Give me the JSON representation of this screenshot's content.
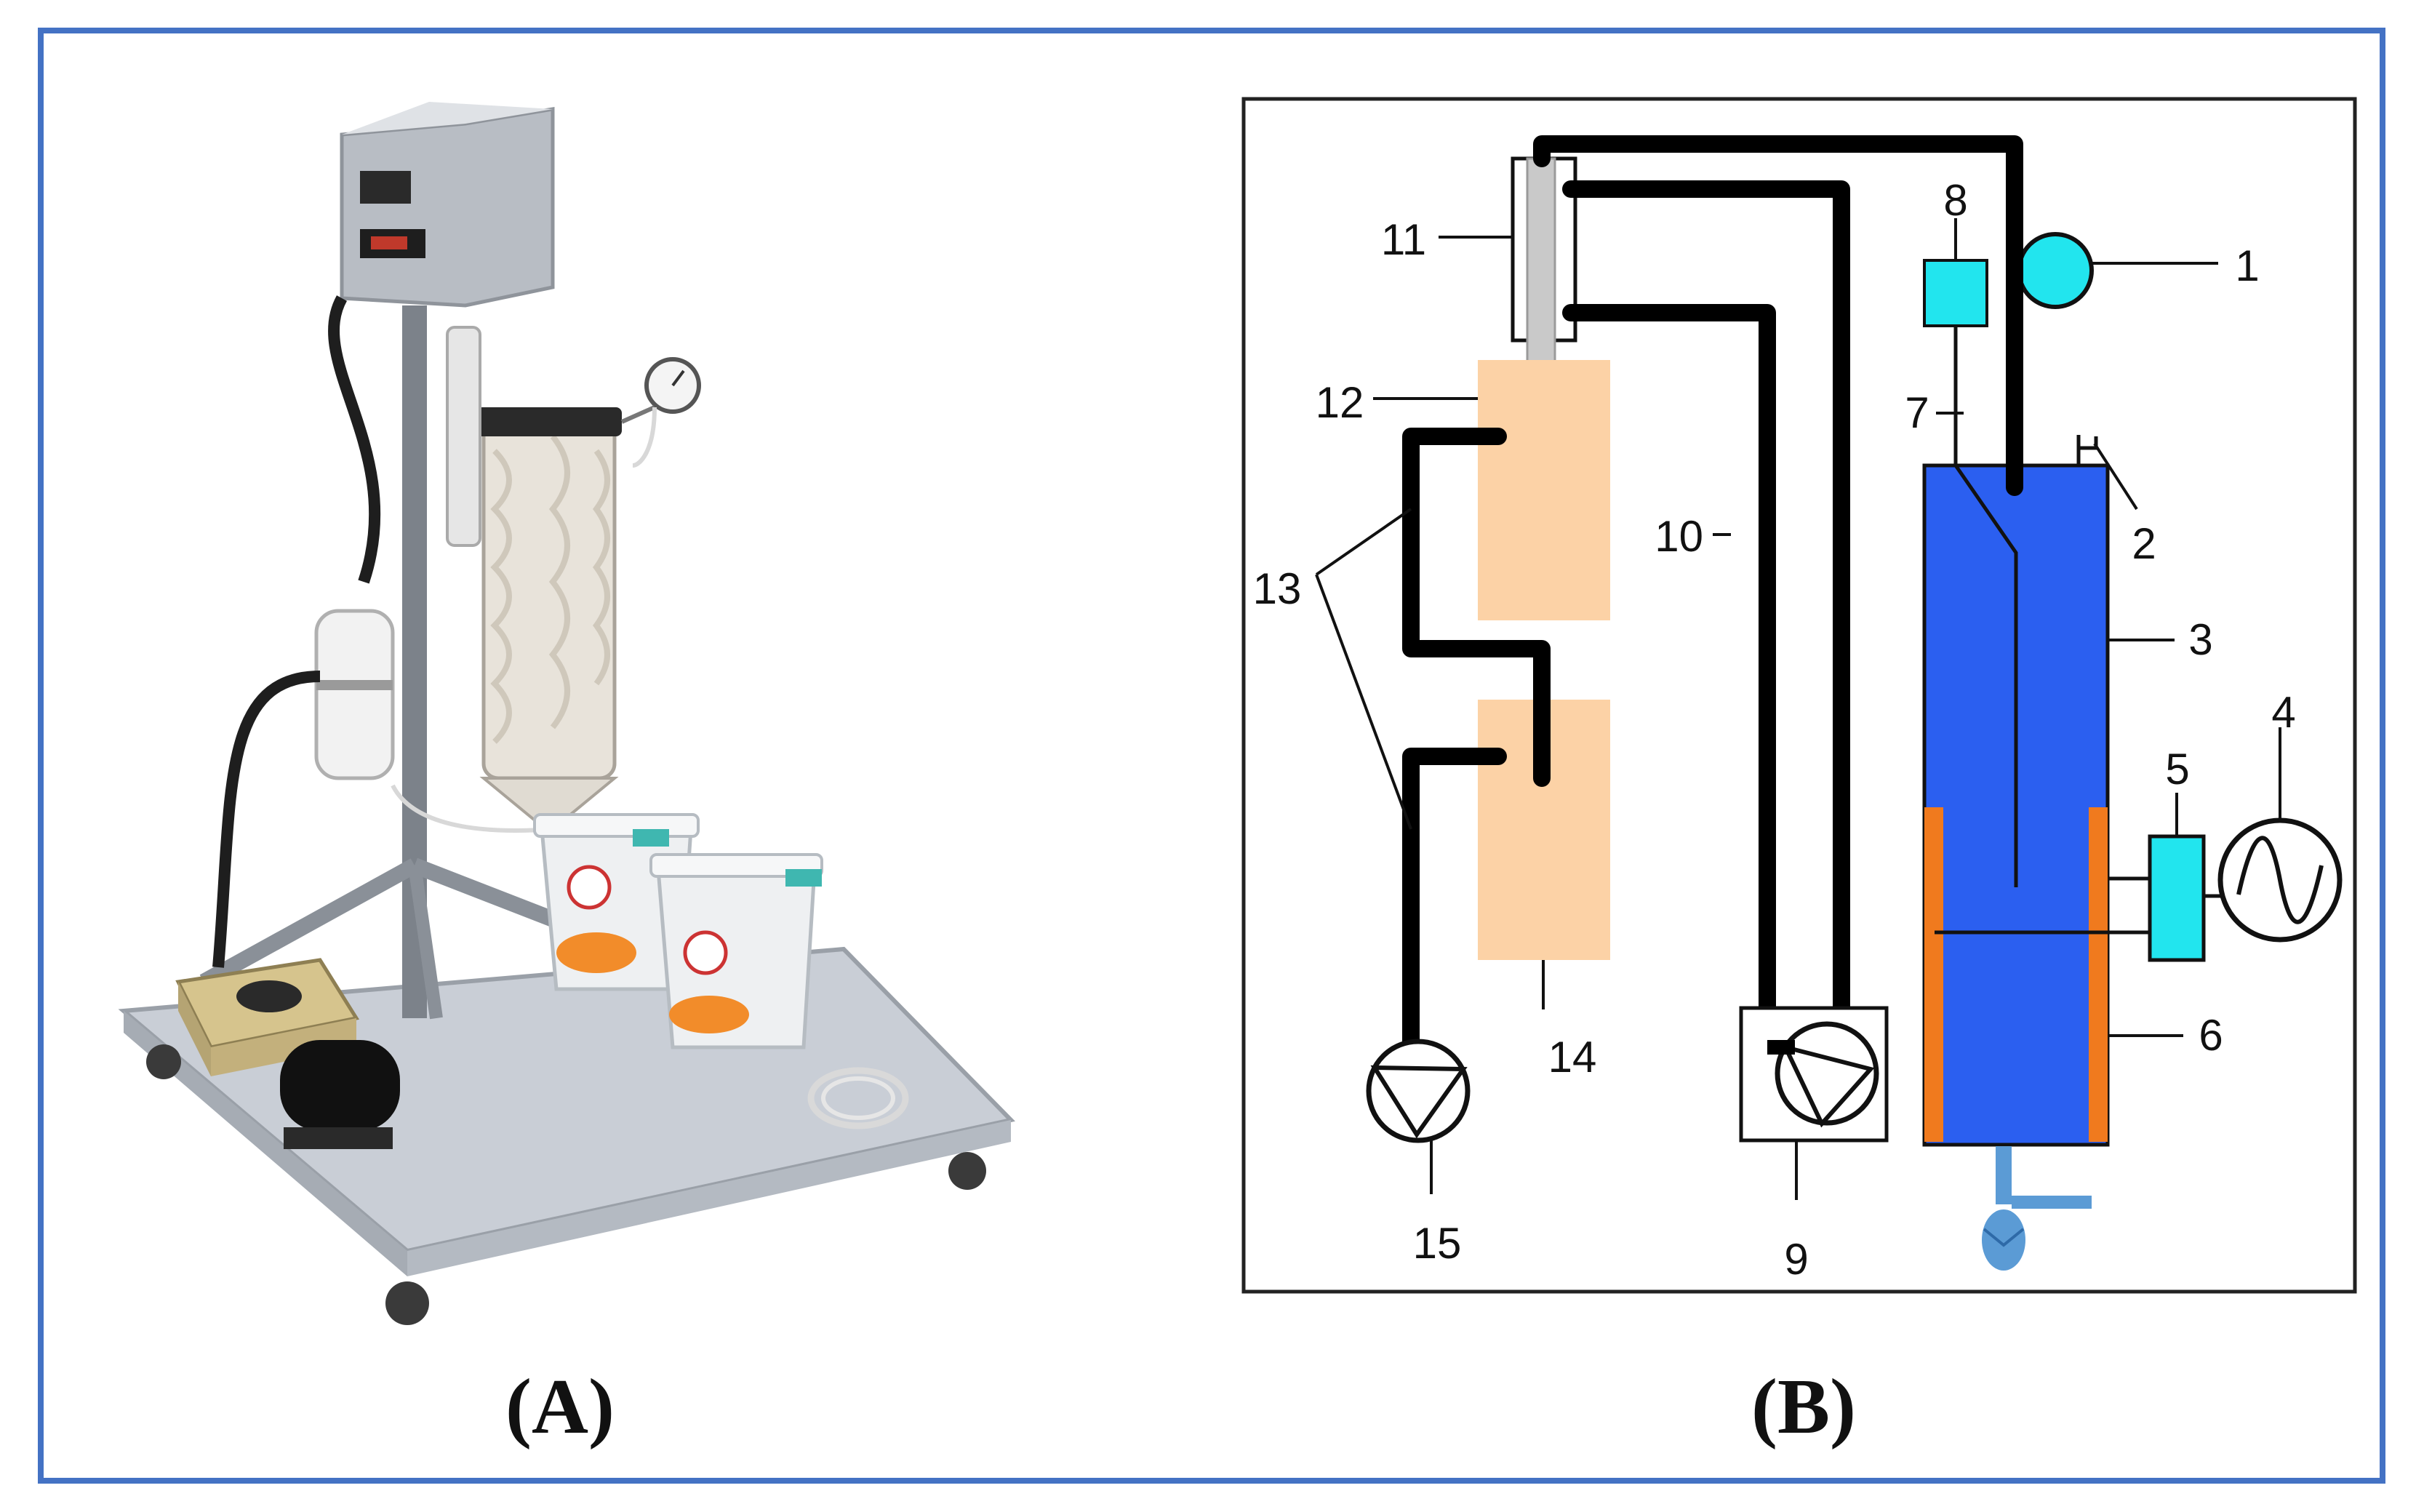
{
  "panel_a": {
    "caption": "(A)"
  },
  "panel_b": {
    "caption": "(B)",
    "labels": {
      "1": "1",
      "2": "2",
      "3": "3",
      "4": "4",
      "5": "5",
      "6": "6",
      "7": "7",
      "8": "8",
      "9": "9",
      "10": "10",
      "11": "11",
      "12": "12",
      "13": "13",
      "14": "14",
      "15": "15"
    }
  },
  "colors": {
    "frame": "#4472c4",
    "tank_blue": "#2b5ff0",
    "heater_orange": "#f07a1e",
    "cyan": "#22e5ee",
    "peach": "#fcd2a6",
    "pipe": "#000000",
    "outlet": "#5b9bd5"
  }
}
